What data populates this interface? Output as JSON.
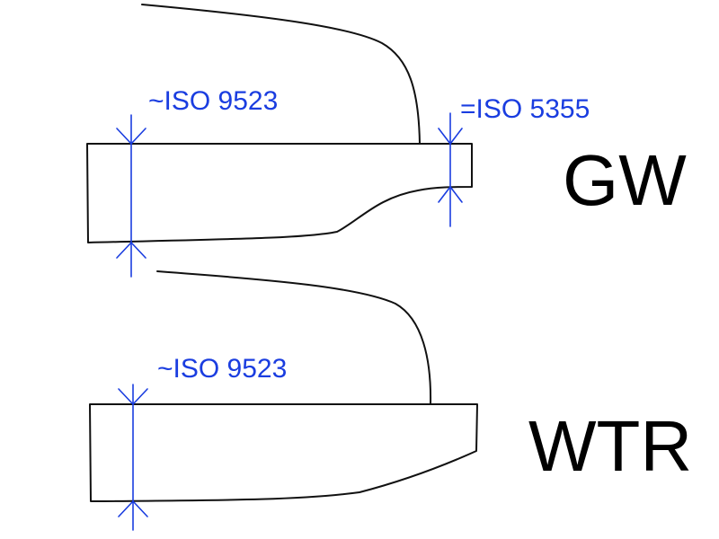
{
  "colors": {
    "outline": "#111111",
    "dimension": "#1a3de0",
    "label": "#000000"
  },
  "gw": {
    "label": "GW",
    "dim_left": "~ISO 9523",
    "dim_right": "=ISO 5355"
  },
  "wtr": {
    "label": "WTR",
    "dim_left": "~ISO 9523"
  }
}
